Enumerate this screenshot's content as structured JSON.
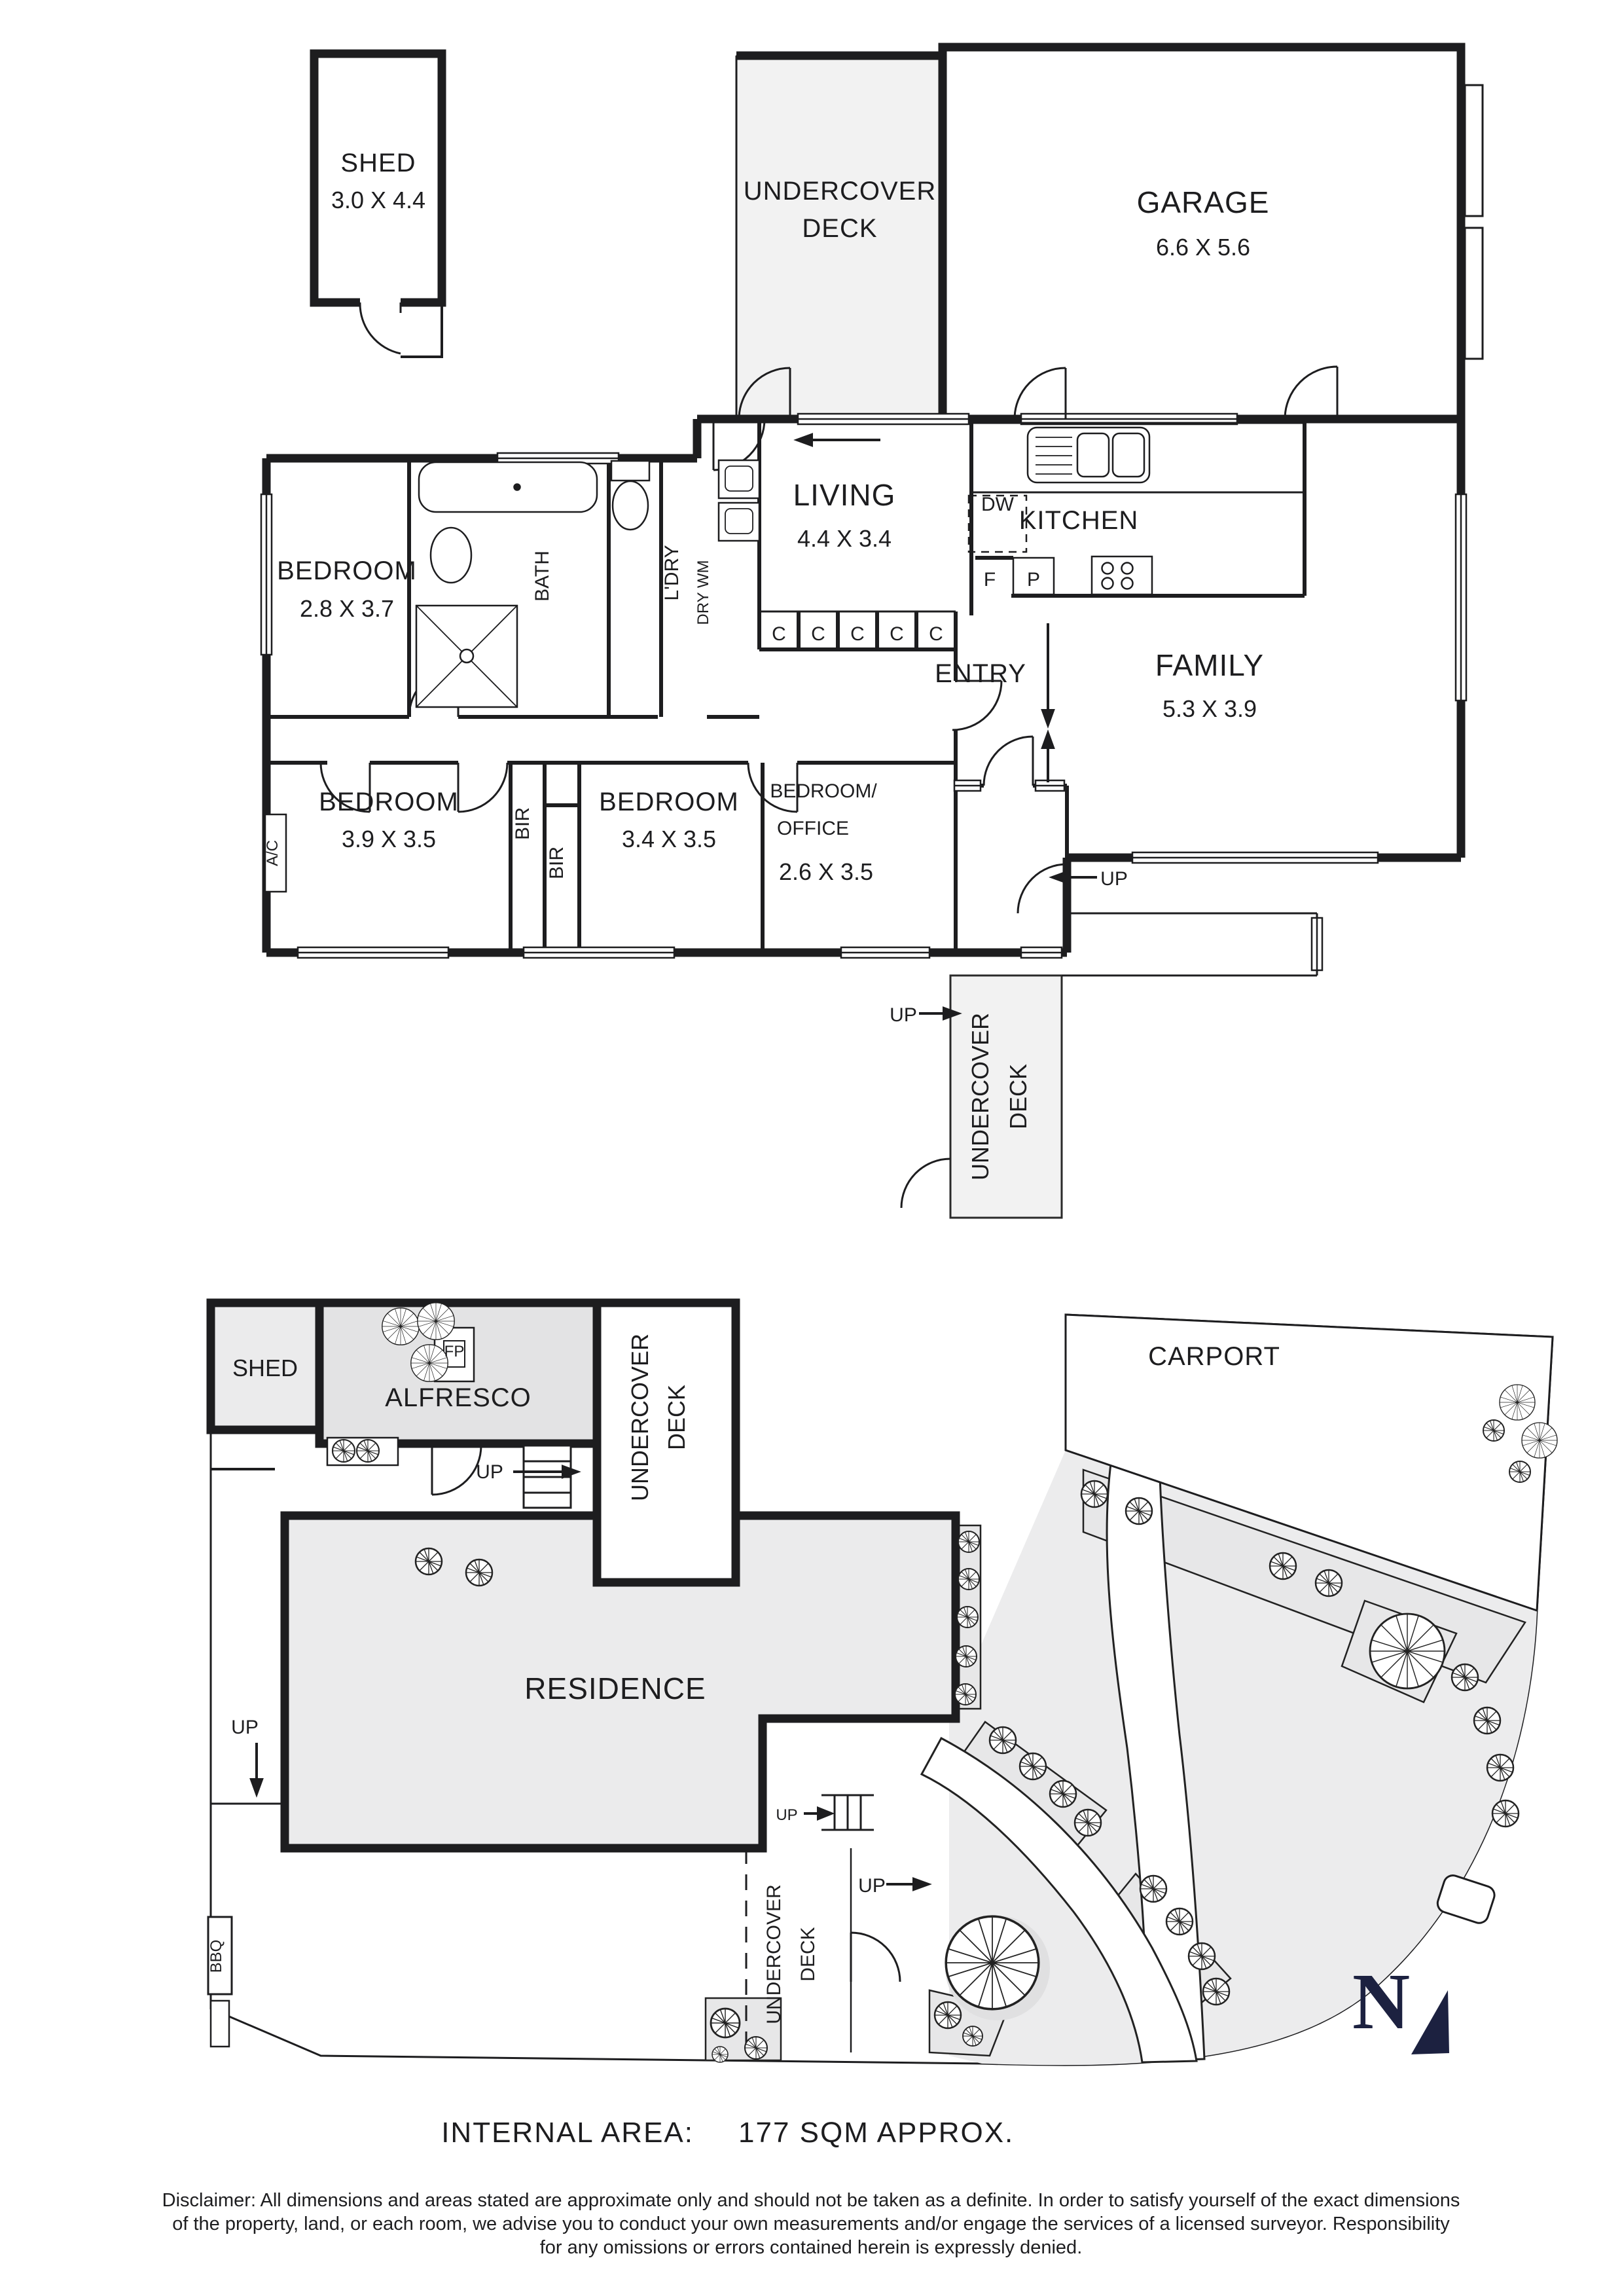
{
  "upper_plan": {
    "shed": {
      "name": "SHED",
      "dims": "3.0 X 4.4"
    },
    "deck_top": {
      "line1": "UNDERCOVER",
      "line2": "DECK"
    },
    "garage": {
      "name": "GARAGE",
      "dims": "6.6 X 5.6"
    },
    "living": {
      "name": "LIVING",
      "dims": "4.4 X 3.4"
    },
    "kitchen": {
      "name": "KITCHEN",
      "dishwasher": "DW",
      "fridge": "F",
      "pantry": "P"
    },
    "bath_label": "BATH",
    "laundry_label": "L'DRY",
    "dry_wm_label": "DRY WM",
    "closets": [
      "C",
      "C",
      "C",
      "C",
      "C"
    ],
    "bedroom1": {
      "name": "BEDROOM",
      "dims": "2.8 X 3.7"
    },
    "entry_label": "ENTRY",
    "family": {
      "name": "FAMILY",
      "dims": "5.3 X 3.9"
    },
    "bedroom2": {
      "name": "BEDROOM",
      "dims": "3.9 X 3.5"
    },
    "ac_label": "A/C",
    "bir1": "BIR",
    "bir2": "BIR",
    "bedroom3": {
      "name": "BEDROOM",
      "dims": "3.4 X 3.5"
    },
    "bedroom_office": {
      "line1": "BEDROOM/",
      "line2": "OFFICE",
      "dims": "2.6 X 3.5"
    },
    "up_family": "UP",
    "deck_right": {
      "line1": "UNDERCOVER",
      "line2": "DECK",
      "up": "UP"
    }
  },
  "lower_plan": {
    "shed_label": "SHED",
    "alfresco_label": "ALFRESCO",
    "fireplace_label": "FP",
    "deck_upper": {
      "line1": "UNDERCOVER",
      "line2": "DECK"
    },
    "alfresco_up": "UP",
    "carport_label": "CARPORT",
    "residence_label": "RESIDENCE",
    "yard_up": "UP",
    "bbq_label": "BBQ",
    "stairs_up": "UP",
    "deck_bottom": {
      "line1": "UNDERCOVER",
      "line2": "DECK",
      "up": "UP"
    },
    "north_label": "N"
  },
  "footer": {
    "internal_area_label": "INTERNAL AREA:",
    "internal_area_value": "177 SQM APPROX.",
    "disclaimer_line1": "Disclaimer: All dimensions and areas stated are approximate only and should not be taken as a definite. In order to satisfy yourself of the exact dimensions",
    "disclaimer_line2": "of the property, land, or each room, we advise you to conduct your own measurements and/or engage the services of a licensed surveyor. Responsibility",
    "disclaimer_line3": "for any omissions or errors contained herein is expressly denied."
  },
  "colors": {
    "wall": "#1d1d1f",
    "deck_fill": "#f2f2f2",
    "alfresco_fill": "#e3e3e4",
    "residence_fill": "#ebebec",
    "site_fill": "#ececed",
    "navy": "#1c2140"
  }
}
